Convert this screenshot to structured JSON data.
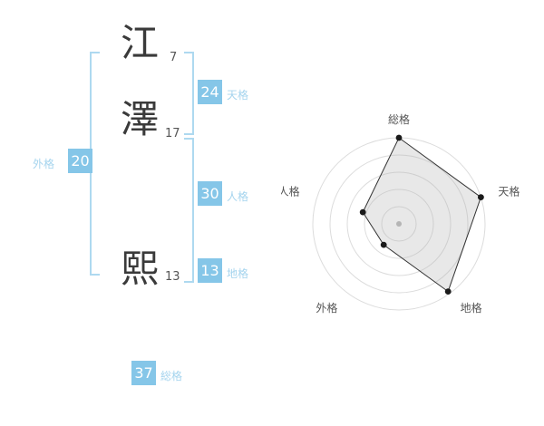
{
  "name": {
    "characters": [
      {
        "char": "江",
        "strokes": "7"
      },
      {
        "char": "澤",
        "strokes": "17"
      },
      {
        "char": "熙",
        "strokes": "13"
      }
    ]
  },
  "kaku": {
    "tenkaku": {
      "label": "天格",
      "value": "24"
    },
    "jinkaku": {
      "label": "人格",
      "value": "30"
    },
    "chikaku": {
      "label": "地格",
      "value": "13"
    },
    "gaikaku": {
      "label": "外格",
      "value": "20"
    },
    "soukaku": {
      "label": "総格",
      "value": "37"
    }
  },
  "colors": {
    "value_box_bg": "#85c6e8",
    "kaku_label_text": "#a5d4ee",
    "bracket_line": "#aed9f0",
    "name_char_text": "#3a3a3a"
  },
  "chart_data": {
    "type": "radar",
    "title": "",
    "categories": [
      "総格",
      "天格",
      "地格",
      "外格",
      "人格"
    ],
    "values": [
      100,
      100,
      97,
      30,
      44
    ],
    "max": 100,
    "rings": 5,
    "legend_position": "none",
    "ring_color": "#dcdcdc",
    "polygon_fill": "rgba(180,180,180,0.30)",
    "polygon_stroke": "#333333",
    "dot_color": "#1a1a1a",
    "center_dot_color": "#b5b5b5",
    "label_color": "#555555"
  }
}
